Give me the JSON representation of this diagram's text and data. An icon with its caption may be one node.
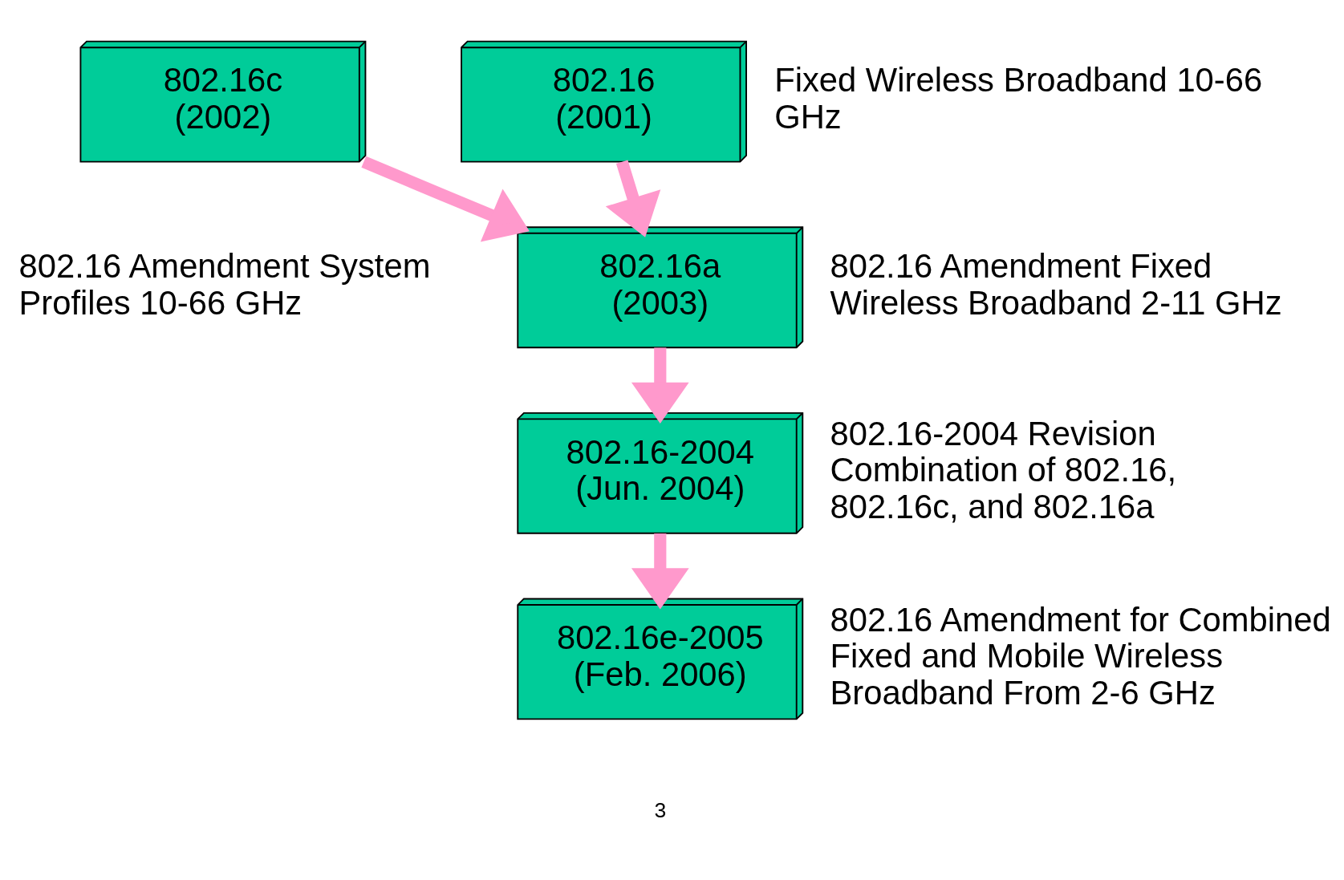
{
  "diagram": {
    "nodes": [
      {
        "text": [
          "802.16 (2001)"
        ],
        "beside": [
          "Fixed Wireless Broadband 10-66 GHz"
        ]
      },
      {
        "text": [
          "802.16c (2002)"
        ],
        "beside": [
          "802.16 Amendment System Profiles 10-66 GHz"
        ]
      },
      {
        "text": [
          "802.16a (2003)"
        ],
        "beside": [
          "802.16 Amendment Fixed Wireless Broadband 2-11 GHz"
        ]
      },
      {
        "text": [
          "802.16-2004 (Jun. 2004)"
        ],
        "beside": [
          "802.16-2004 Revision Combination of 802.16, 802.16c, and 802.16a"
        ]
      },
      {
        "text": [
          "802.16e-2005 (Feb. 2006)"
        ],
        "beside": [
          "802.16 Amendment for Combined Fixed and Mobile Wireless Broadband From 2-6 GHz"
        ]
      }
    ],
    "edges": [
      {
        "from": 0,
        "to": 2,
        "arrow": "to"
      },
      {
        "from": 1,
        "to": 2,
        "arrow": "to"
      },
      {
        "from": 2,
        "to": 3,
        "arrow": "to"
      },
      {
        "from": 3,
        "to": 4,
        "arrow": "to"
      }
    ],
    "labels": [
      "3"
    ]
  }
}
